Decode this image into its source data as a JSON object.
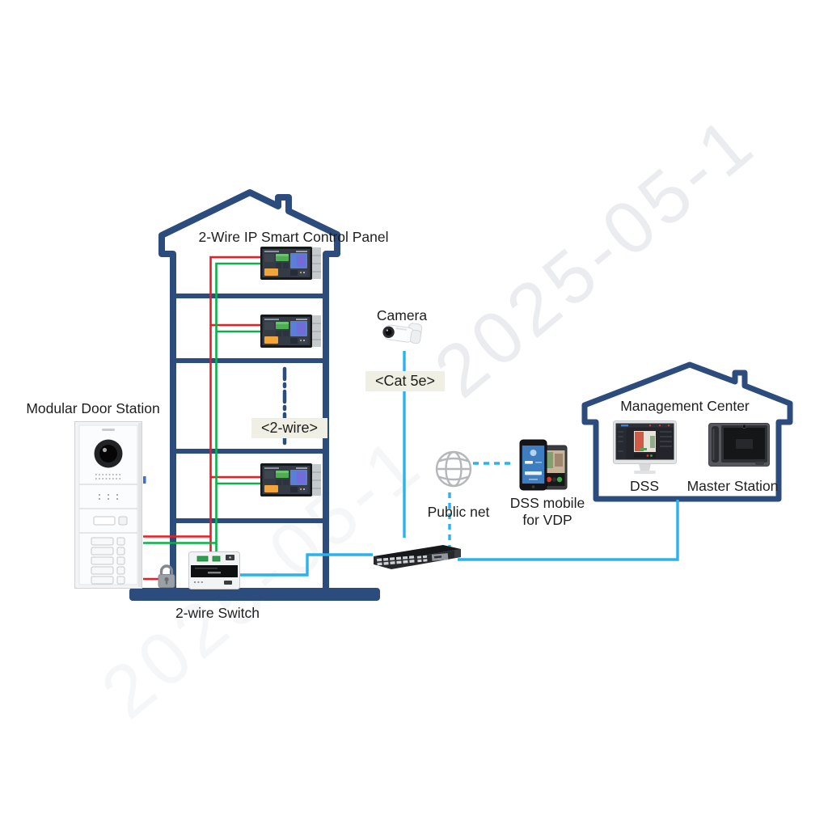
{
  "palette": {
    "outline_blue": "#2b4c7c",
    "network_cyan": "#29b2ec",
    "wire_red": "#ed1c24",
    "wire_green": "#0cb04a",
    "label_background": "#f0efe3",
    "text": "#1e1e1e"
  },
  "building": {
    "title": "2-Wire IP Smart Control Panel",
    "bus_label": "<2-wire>",
    "switch_label": "2-wire Switch",
    "indoor_monitor_count": 3
  },
  "door_station": {
    "label": "Modular Door Station"
  },
  "camera": {
    "label": "Camera",
    "cable_label": "<Cat 5e>"
  },
  "public_net": {
    "label": "Public net"
  },
  "mobile_app": {
    "line1": "DSS mobile",
    "line2": "for VDP"
  },
  "management_center": {
    "title": "Management Center",
    "dss_label": "DSS",
    "master_station_label": "Master Station"
  },
  "watermark": {
    "text": "2025-05-1"
  },
  "icons": {
    "internet": "globe-icon",
    "door_lock": "padlock-icon"
  }
}
